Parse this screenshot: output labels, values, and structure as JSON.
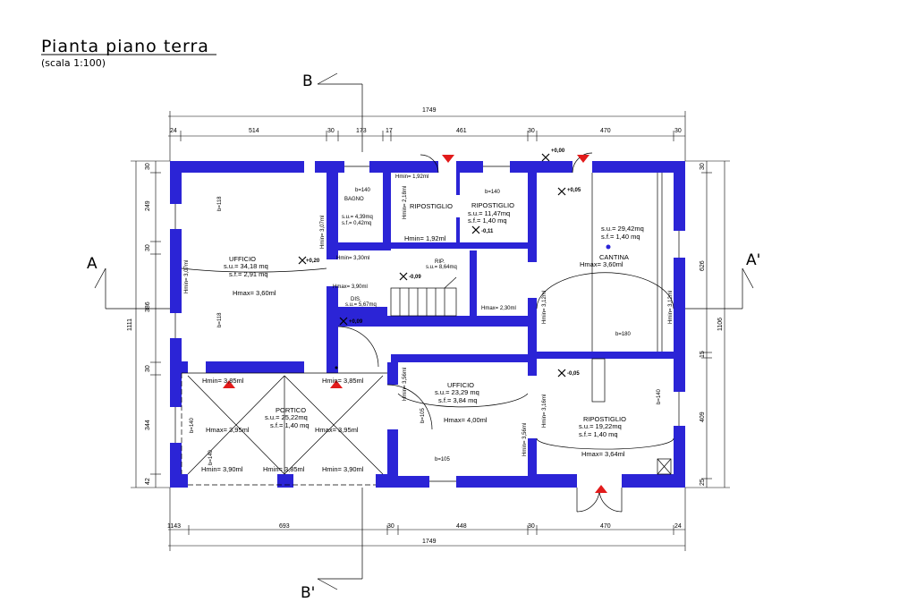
{
  "title": "Pianta piano terra",
  "scale": "(scala 1:100)",
  "section_marks": {
    "b_top": "B",
    "b_bottom": "B'",
    "a_left": "A",
    "a_right": "A'"
  },
  "top_dims": {
    "overall": "1749",
    "segments": [
      "24",
      "514",
      "30",
      "173",
      "17",
      "461",
      "30",
      "470",
      "30"
    ]
  },
  "bottom_dims": {
    "overall": "1749",
    "segments": [
      "1143",
      "693",
      "30",
      "448",
      "30",
      "470",
      "24"
    ]
  },
  "left_dims": {
    "overall": "1111",
    "segments": [
      "30",
      "249",
      "30",
      "386",
      "30",
      "344",
      "42"
    ]
  },
  "right_dims": {
    "overall": "1106",
    "segments": [
      "30",
      "626",
      "15",
      "409",
      "25"
    ]
  },
  "rooms": {
    "ufficio_left": {
      "name": "UFFICIO",
      "su": "s.u.= 34,18 mq",
      "sf": "s.f.= 2,91 mq",
      "hmax": "Hmax= 3,60ml",
      "hmin": "Hmin= 3,07ml"
    },
    "bagno": {
      "name": "BAGNO",
      "su": "s.u.= 4,39mq",
      "sf": "s.f.= 0,42mq"
    },
    "ripostiglio_a": {
      "name": "RIPOSTIGLIO",
      "hmin": "Hmin= 1,92ml",
      "hmin_v": "Hmin= 2,18ml"
    },
    "ripostiglio_b": {
      "name": "RIPOSTIGLIO",
      "su": "s.u.= 11,47mq",
      "sf": "s.f.= 1,40 mq",
      "hmin": "Hmin= 1,92ml"
    },
    "rip": {
      "name": "RIP.",
      "su": "s.u.= 8,64mq",
      "hmax": "Hmax= 2,30ml"
    },
    "dis": {
      "name": "DIS.",
      "su": "s.u.= 5,67mq",
      "hmax": "Hmax= 3,90ml",
      "hmin": "Hmin= 3,30ml"
    },
    "cantina": {
      "name": "CANTINA",
      "su": "s.u.= 29,42mq",
      "sf": "s.f.= 1,40 mq",
      "hmax": "Hmax= 3,60ml",
      "hmin": "Hmin= 3,12ml"
    },
    "portico": {
      "name": "PORTICO",
      "su": "s.u.= 25,22mq",
      "sf": "s.f.= 1,40 mq",
      "hmax1": "Hmax= 3,95ml",
      "hmax2": "Hmax= 3,95ml",
      "hmin1": "Hmin= 3,85ml",
      "hmin2": "Hmin= 3,85ml",
      "hmin3": "Hmin= 3,90ml",
      "hmin4": "Hmin= 3,85ml",
      "hmin5": "Hmin= 3,90ml"
    },
    "ufficio_center": {
      "name": "UFFICIO",
      "su": "s.u.= 23,29 mq",
      "sf": "s.f.= 3,84 mq",
      "hmax": "Hmax= 4,00ml",
      "hmin": "Hmin= 3,56ml"
    },
    "ripostiglio_c": {
      "name": "RIPOSTIGLIO",
      "su": "s.u.= 19,22mq",
      "sf": "s.f.= 1,40 mq",
      "hmax": "Hmax= 3,64ml",
      "hmin": "Hmin= 3,16ml"
    }
  },
  "levels": [
    "+0,00",
    "+0,05",
    "-0,11",
    "+0,20",
    "-0,09",
    "+0,09",
    "-0,05"
  ],
  "openings": [
    "b=118",
    "b=118",
    "b=140",
    "b=140",
    "b=180",
    "b=105",
    "b=105",
    "b=140",
    "b=140",
    "b=140"
  ]
}
